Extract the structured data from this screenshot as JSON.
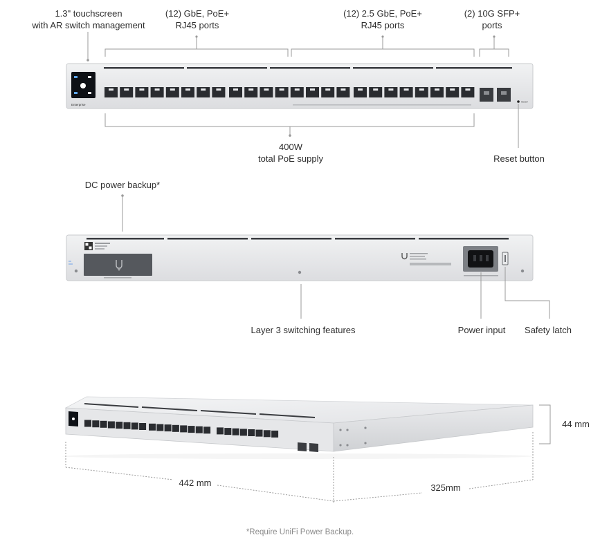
{
  "front": {
    "touchscreen": [
      "1.3\" touchscreen",
      "with AR switch management"
    ],
    "gbe_ports": [
      "(12) GbE, PoE+",
      "RJ45 ports"
    ],
    "ge25_ports": [
      "(12) 2.5 GbE, PoE+",
      "RJ45 ports"
    ],
    "sfp_ports": [
      "(2) 10G SFP+",
      "ports"
    ],
    "poe_supply": [
      "400W",
      "total PoE supply"
    ],
    "reset": "Reset button",
    "brand": "Enterprise",
    "reset_tag": "RESET"
  },
  "back": {
    "dc_backup": "DC power backup*",
    "layer3": "Layer 3 switching features",
    "power_input": "Power input",
    "safety_latch": "Safety latch"
  },
  "dimensions": {
    "height": "44 mm",
    "width": "442 mm",
    "depth": "325mm"
  },
  "footnote": "*Require UniFi Power Backup.",
  "colors": {
    "chassis": "#e4e5e7",
    "chassis_edge": "#c9cbce",
    "port": "#2a2c30",
    "callout": "#9a9a9a",
    "text": "#2e2e2e"
  }
}
